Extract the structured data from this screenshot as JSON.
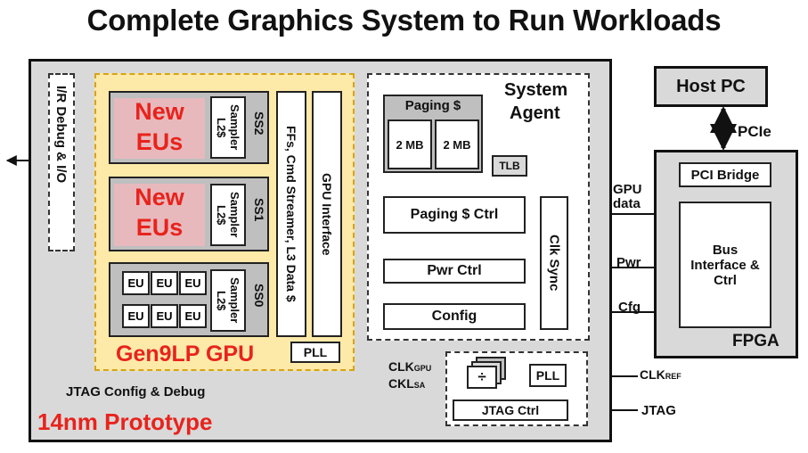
{
  "title": "Complete Graphics System to Run Workloads",
  "prototype": {
    "label": "14nm Prototype",
    "io_block": "I/R Debug & I/O",
    "jtag_config": "JTAG Config & Debug"
  },
  "gpu": {
    "label": "Gen9LP GPU",
    "subslices": [
      {
        "eu_text_1": "New",
        "eu_text_2": "EUs",
        "sampler": "Sampler L2$",
        "id": "SS2"
      },
      {
        "eu_text_1": "New",
        "eu_text_2": "EUs",
        "sampler": "Sampler L2$",
        "id": "SS1"
      },
      {
        "eu_label": "EU",
        "sampler": "Sampler L2$",
        "id": "SS0"
      }
    ],
    "ffs": "FFs, Cmd Streamer, L3 Data $",
    "interface": "GPU Interface",
    "pll": "PLL"
  },
  "system_agent": {
    "label_1": "System",
    "label_2": "Agent",
    "paging_cache": "Paging $",
    "mb_1": "2 MB",
    "mb_2": "2 MB",
    "tlb": "TLB",
    "paging_ctrl": "Paging $ Ctrl",
    "pwr_ctrl": "Pwr Ctrl",
    "config": "Config",
    "clk_sync": "Clk Sync"
  },
  "clocking": {
    "clk_gpu": "CLK",
    "clk_gpu_sub": "GPU",
    "clk_sa": "CKL",
    "clk_sa_sub": "SA",
    "divider": "÷",
    "pll": "PLL",
    "jtag_ctrl": "JTAG Ctrl",
    "clk_ref": "CLK",
    "clk_ref_sub": "REF",
    "jtag": "JTAG"
  },
  "host": {
    "host_pc": "Host PC",
    "pcie": "PCIe",
    "pci_bridge": "PCI Bridge",
    "bus_interface": "Bus Interface & Ctrl",
    "fpga": "FPGA",
    "gpu_data_1": "GPU",
    "gpu_data_2": "data",
    "pwr": "Pwr",
    "cfg": "Cfg"
  },
  "colors": {
    "gpu_fill": "#fde9a8",
    "gpu_border": "#d8a316",
    "proto_fill": "#d9d9d9",
    "eu_fill": "#e7b9bd",
    "red_text": "#e8231c"
  }
}
